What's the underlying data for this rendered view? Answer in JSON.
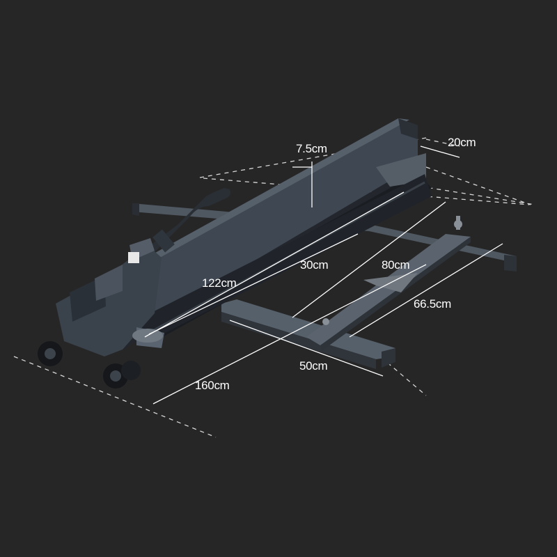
{
  "colors": {
    "background": "#262626",
    "tool_body": "#3c4550",
    "tool_dark": "#1c1f24",
    "rail": "#5a626c",
    "dimension_line": "#ffffff"
  },
  "dimensions": {
    "height": "7.5cm",
    "width_top": "20cm",
    "cutting_length": "122cm",
    "cutting_width": "30cm",
    "diagonal": "80cm",
    "extension": "66.5cm",
    "support_width": "50cm",
    "total_length": "160cm"
  },
  "product": {
    "type": "tile cutter",
    "badge_icon": "brand-logo-icon"
  }
}
